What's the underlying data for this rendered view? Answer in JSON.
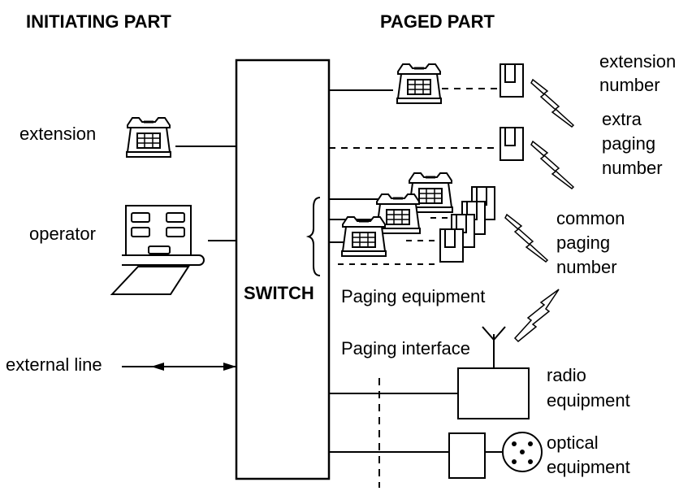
{
  "headers": {
    "initiating": "INITIATING PART",
    "paged": "PAGED PART"
  },
  "switch": {
    "label": "SWITCH"
  },
  "initiating": {
    "extension": "extension",
    "operator": "operator",
    "external_line": "external line"
  },
  "paged": {
    "extension_number": [
      "extension",
      "number"
    ],
    "extra_paging_number": [
      "extra",
      "paging",
      "number"
    ],
    "common_paging_number": [
      "common",
      "paging",
      "number"
    ],
    "paging_equipment": "Paging equipment",
    "paging_interface": "Paging interface",
    "radio_equipment": [
      "radio",
      "equipment"
    ],
    "optical_equipment": [
      "optical",
      "equipment"
    ]
  },
  "icons": {
    "telephone": "telephone-icon",
    "pager": "pager-icon",
    "lightning": "radio-signal-icon",
    "antenna": "antenna-icon",
    "operator_console": "operator-console-icon",
    "optical_sensor": "optical-sensor-icon"
  }
}
